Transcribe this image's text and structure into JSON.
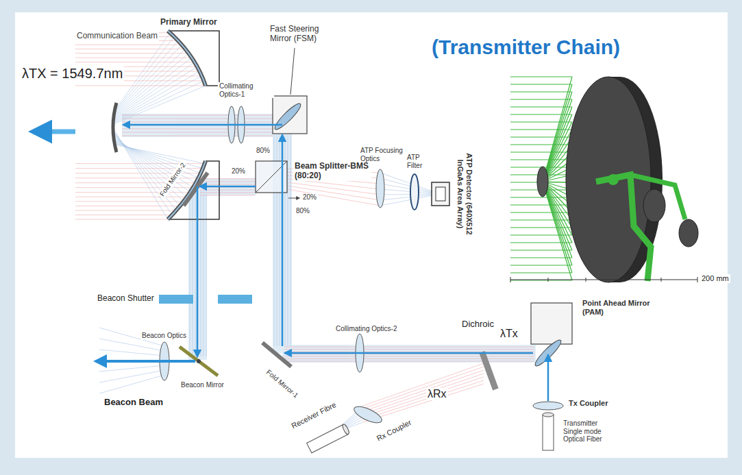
{
  "diagram": {
    "title": "(Transmitter Chain)",
    "labels": [
      "Communication Beam",
      "Primary Mirror",
      "λTX = 1549.7nm",
      "Fast Steering Mirror (FSM)",
      "Collimating Optics-1",
      "80%",
      "Beam Splitter-BMS (80:20)",
      "ATP Focusing Optics",
      "ATP Filter",
      "ATP Detector (640X512 InGaAs Area Array)",
      "20%",
      "Fold Mirror-2",
      "20%",
      "80%",
      "Beacon Shutter",
      "Beacon Optics",
      "Beacon Mirror",
      "Beacon Beam",
      "Fold Mirror-1",
      "Collimating Optics-2",
      "Dichroic",
      "λTx",
      "λRx",
      "Point Ahead Mirror (PAM)",
      "Tx Coupler",
      "Transmitter Single mode Optical Fiber",
      "Receiver Fibre",
      "Rx Coupler",
      "200 mm"
    ]
  }
}
